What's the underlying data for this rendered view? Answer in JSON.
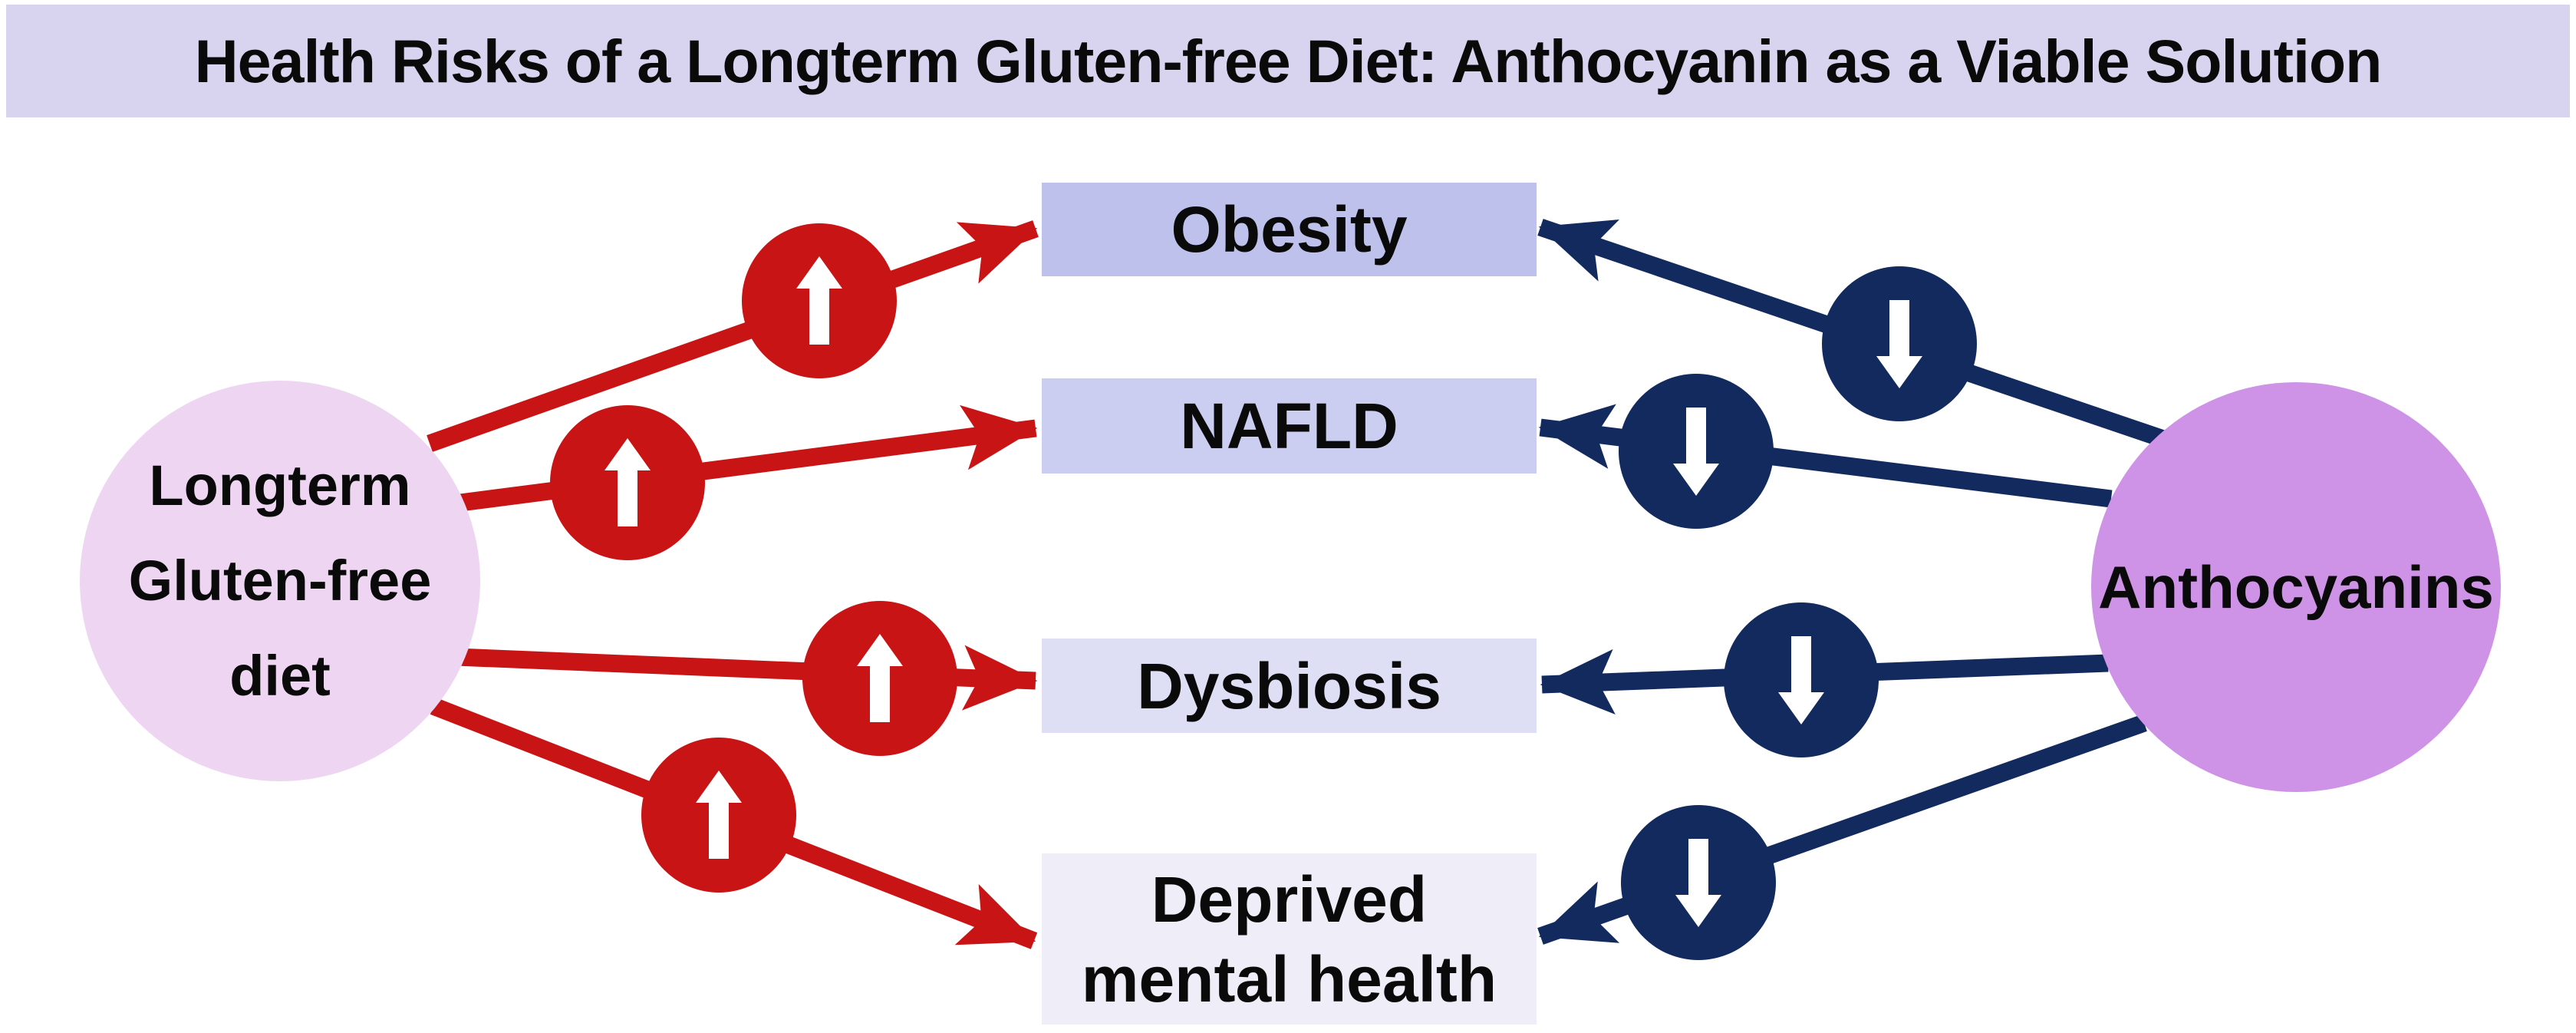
{
  "title": "Health Risks of a Longterm Gluten-free Diet: Anthocyanin as a Viable Solution",
  "cause_node": {
    "label": "Longterm\nGluten-free\ndiet"
  },
  "solution_node": {
    "label": "Anthocyanins"
  },
  "risks": [
    {
      "label": "Obesity",
      "diet_effect": "increase",
      "anthocyanin_effect": "decrease"
    },
    {
      "label": "NAFLD",
      "diet_effect": "increase",
      "anthocyanin_effect": "decrease"
    },
    {
      "label": "Dysbiosis",
      "diet_effect": "increase",
      "anthocyanin_effect": "decrease"
    },
    {
      "label": "Deprived\nmental health",
      "diet_effect": "increase",
      "anthocyanin_effect": "decrease"
    }
  ],
  "icons": {
    "increase": "up-arrow",
    "decrease": "down-arrow"
  },
  "colors": {
    "title_bg": "#d8d4f0",
    "cause_bg": "#eed6f2",
    "solution_bg": "#ce93e7",
    "increase": "#c81414",
    "decrease": "#122a5e",
    "risk_bgs": [
      "#bdc1ec",
      "#cbcdf1",
      "#dedff5",
      "#eeedf8"
    ],
    "text": "#0a0a0a"
  }
}
